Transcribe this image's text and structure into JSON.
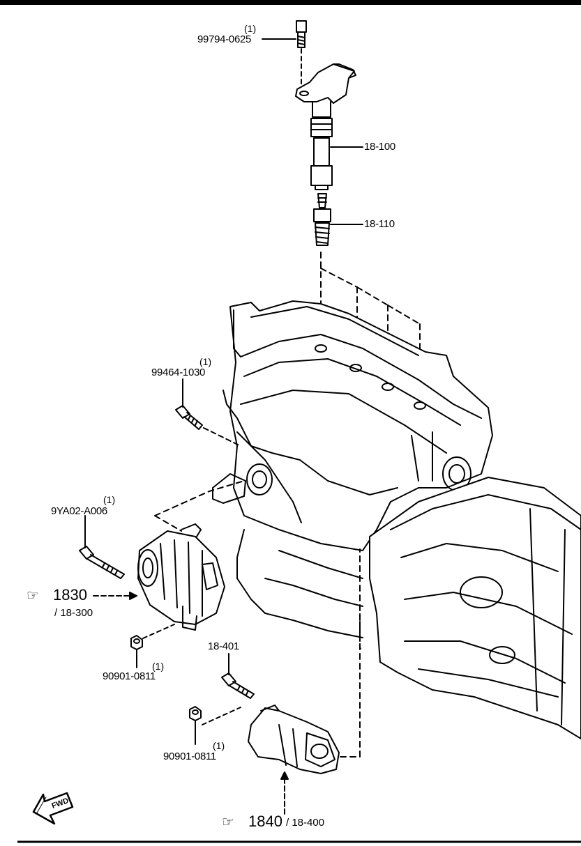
{
  "parts": {
    "bolt_coil": {
      "qty": "(1)",
      "number": "99794-0625"
    },
    "ignition_coil": {
      "number": "18-100"
    },
    "spark_plug": {
      "number": "18-110"
    },
    "bolt_bracket": {
      "qty": "(1)",
      "number": "99464-1030"
    },
    "bolt_alternator": {
      "qty": "(1)",
      "number": "9YA02-A006"
    },
    "alternator_ref": {
      "main": "1830",
      "sub": "/ 18-300"
    },
    "nut_alternator": {
      "qty": "(1)",
      "number": "90901-0811"
    },
    "starter_bolt": {
      "number": "18-401"
    },
    "nut_starter": {
      "qty": "(1)",
      "number": "90901-0811"
    },
    "starter_ref": {
      "main": "1840",
      "sub": "/ 18-400"
    }
  },
  "fwd": {
    "label": "FWD"
  },
  "icons": [
    "pointing-hand-icon",
    "fwd-arrow-icon"
  ],
  "colors": {
    "ink": "#000000",
    "paper": "#ffffff"
  }
}
